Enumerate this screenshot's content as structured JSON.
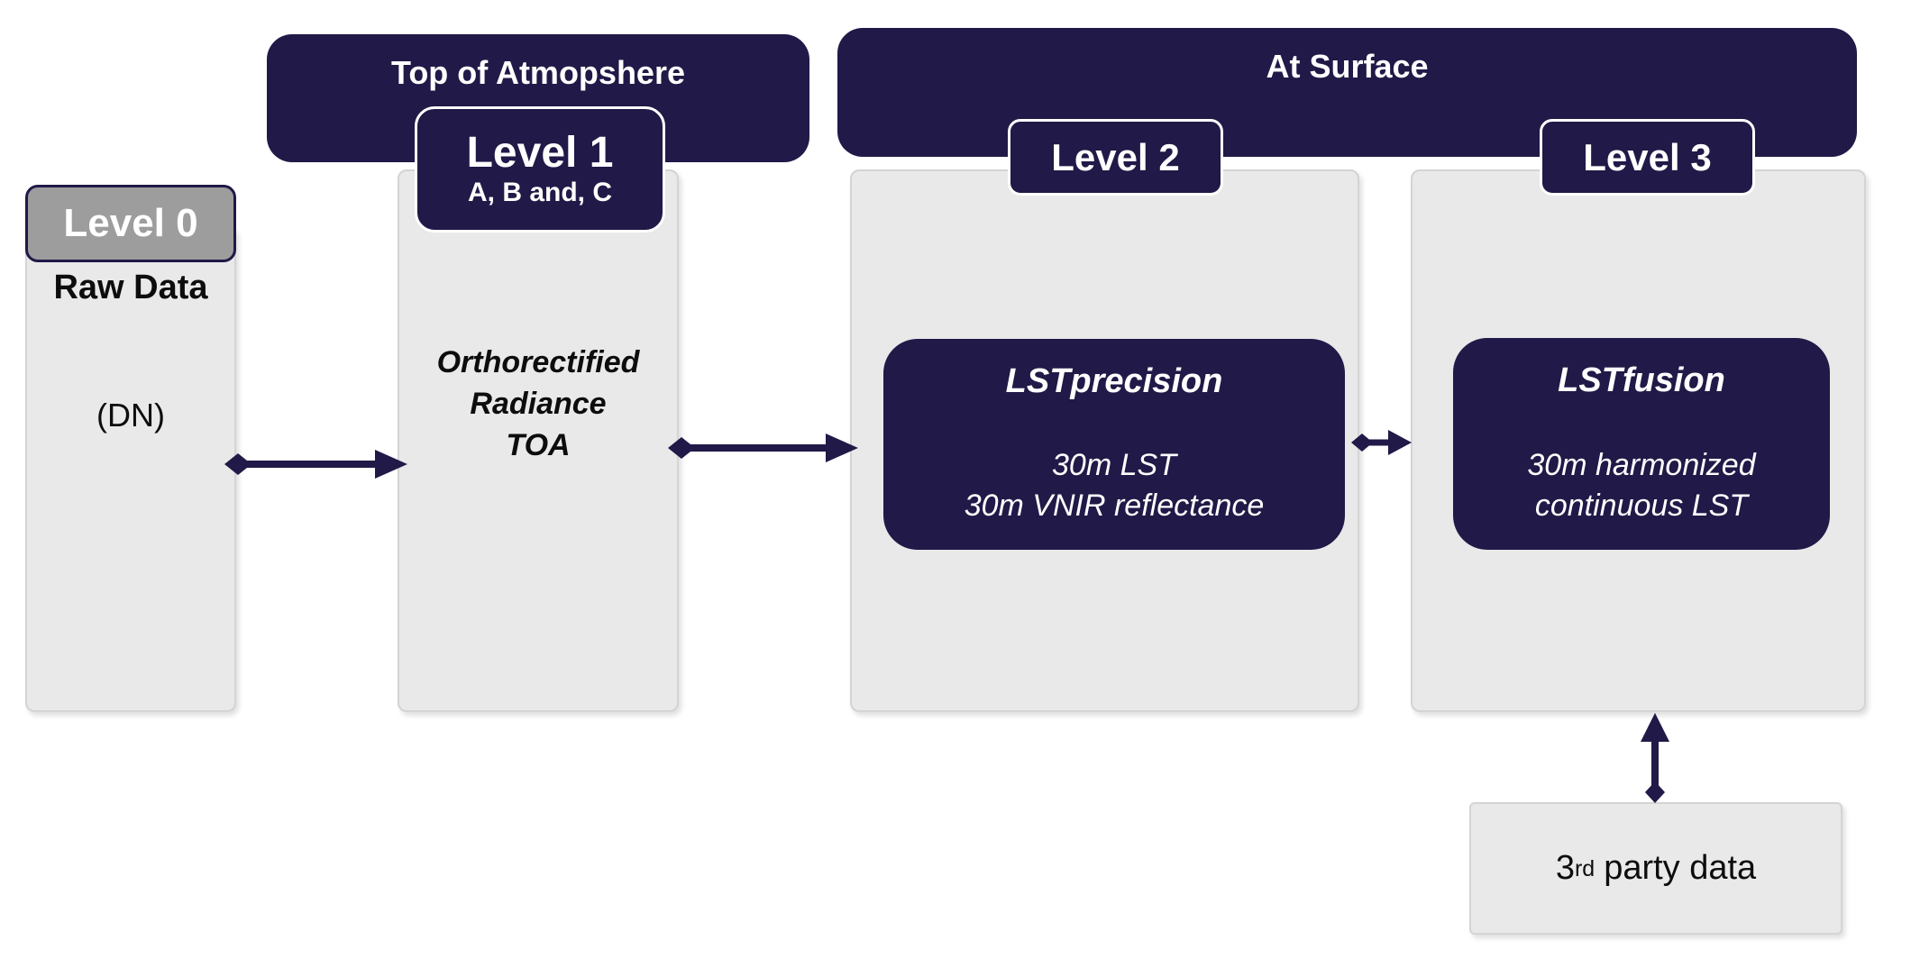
{
  "banners": {
    "toa_label": "Top of Atmopshere",
    "surface_label": "At Surface"
  },
  "levels": {
    "level0": {
      "badge": "Level 0",
      "line1": "Raw Data",
      "line2": "(DN)"
    },
    "level1": {
      "badge": "Level 1",
      "badge_sub": "A, B and, C",
      "content": [
        "Orthorectified",
        "Radiance",
        "TOA"
      ]
    },
    "level2": {
      "badge": "Level 2",
      "box": {
        "title": "LSTprecision",
        "lines": [
          "30m LST",
          "30m VNIR reflectance"
        ]
      }
    },
    "level3": {
      "badge": "Level 3",
      "box": {
        "title": "LSTfusion",
        "lines": [
          "30m harmonized",
          "continuous LST"
        ]
      }
    }
  },
  "external_box": {
    "number": "3",
    "ordinal": "rd",
    "rest": "party data"
  },
  "colors": {
    "navy": "#211947",
    "panel": "#e9e9e9",
    "panel_border": "#d4d4d4",
    "badge_gray": "#9d9d9d",
    "text_dark": "#0d0d0d",
    "white": "#ffffff",
    "background": "#ffffff"
  }
}
